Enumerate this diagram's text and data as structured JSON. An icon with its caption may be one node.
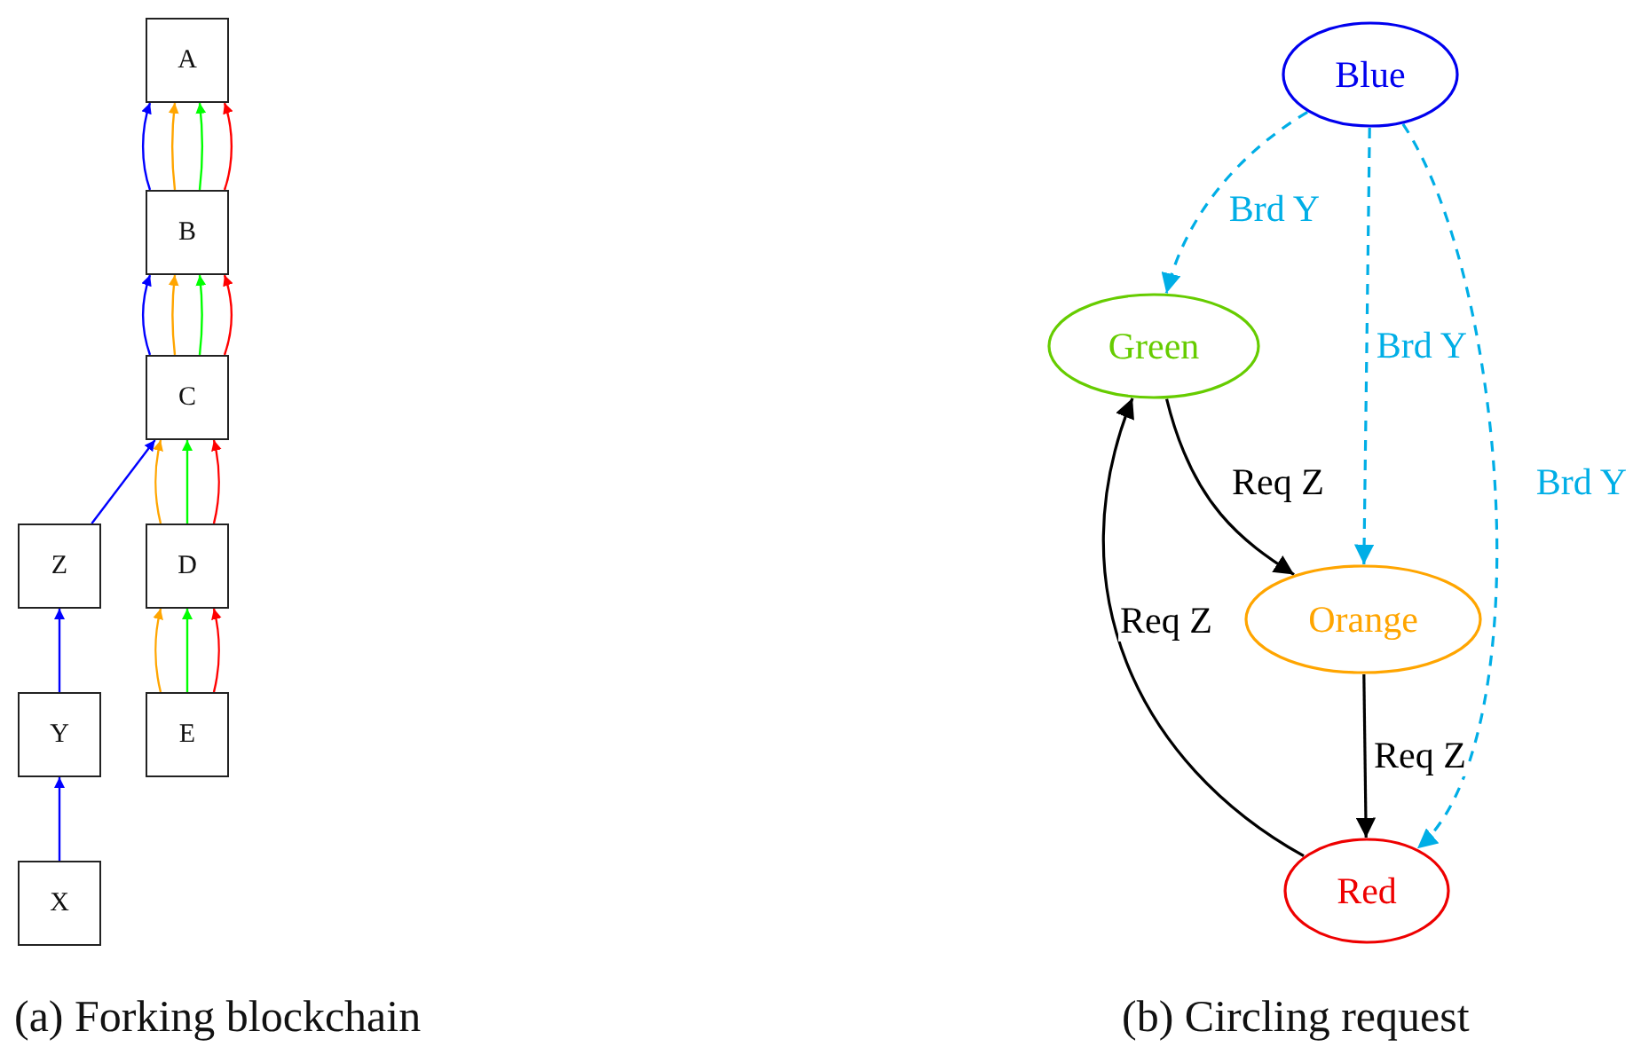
{
  "diagram": {
    "nodes": [
      {
        "text": [
          "A"
        ]
      },
      {
        "text": [
          "B"
        ]
      },
      {
        "text": [
          "C"
        ]
      },
      {
        "text": [
          "Z"
        ]
      },
      {
        "text": [
          "D"
        ]
      },
      {
        "text": [
          "Y"
        ]
      },
      {
        "text": [
          "E"
        ]
      },
      {
        "text": [
          "X"
        ]
      },
      {
        "text": [
          "Blue"
        ]
      },
      {
        "text": [
          "Green"
        ]
      },
      {
        "text": [
          "Orange"
        ]
      },
      {
        "text": [
          "Red"
        ]
      }
    ],
    "edges": [
      {
        "from": 1,
        "to": 0,
        "arrow": "to"
      },
      {
        "from": 1,
        "to": 0,
        "arrow": "to",
        "color": "#ffa500"
      },
      {
        "from": 1,
        "to": 0,
        "arrow": "to",
        "color": "#00ff00"
      },
      {
        "from": 1,
        "to": 0,
        "arrow": "to",
        "color": "#ff0000"
      },
      {
        "from": 2,
        "to": 1,
        "arrow": "to"
      },
      {
        "from": 2,
        "to": 1,
        "arrow": "to",
        "color": "#ffa500"
      },
      {
        "from": 2,
        "to": 1,
        "arrow": "to",
        "color": "#00ff00"
      },
      {
        "from": 2,
        "to": 1,
        "arrow": "to",
        "color": "#ff0000"
      },
      {
        "from": 3,
        "to": 2,
        "arrow": "to"
      },
      {
        "from": 4,
        "to": 2,
        "arrow": "to",
        "color": "#ffa500"
      },
      {
        "from": 4,
        "to": 2,
        "arrow": "to",
        "color": "#00ff00"
      },
      {
        "from": 4,
        "to": 2,
        "arrow": "to",
        "color": "#ff0000"
      },
      {
        "from": 5,
        "to": 3,
        "arrow": "to"
      },
      {
        "from": 7,
        "to": 5,
        "arrow": "to"
      },
      {
        "from": 6,
        "to": 4,
        "arrow": "to",
        "color": "#ffa500"
      },
      {
        "from": 6,
        "to": 4,
        "arrow": "to",
        "color": "#00ff00"
      },
      {
        "from": 6,
        "to": 4,
        "arrow": "to",
        "color": "#ff0000"
      },
      {
        "from": 8,
        "to": 9,
        "arrow": "to",
        "label": "Brd Y",
        "style": "dashed",
        "color": "#00aee6"
      },
      {
        "from": 8,
        "to": 10,
        "arrow": "to",
        "label": "Brd Y",
        "style": "dashed",
        "color": "#00aee6"
      },
      {
        "from": 8,
        "to": 11,
        "arrow": "to",
        "label": "Brd Y",
        "style": "dashed",
        "color": "#00aee6"
      },
      {
        "from": 9,
        "to": 10,
        "arrow": "to",
        "label": "Req Z",
        "color": "#000000"
      },
      {
        "from": 10,
        "to": 11,
        "arrow": "to",
        "label": "Req Z",
        "color": "#000000"
      },
      {
        "from": 11,
        "to": 9,
        "arrow": "to",
        "label": "Req Z",
        "color": "#000000"
      }
    ],
    "labels": [
      "(a) Forking blockchain",
      "(b) Circling request"
    ]
  }
}
